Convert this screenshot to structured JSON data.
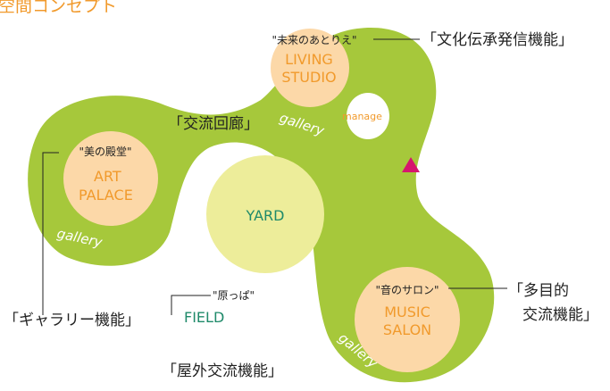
{
  "header": {
    "title": "空間コンセプト"
  },
  "colors": {
    "green": "#a6c83b",
    "peach": "#fcd8a8",
    "yellow": "#eded9a",
    "orange": "#f19a2c",
    "teal": "#1f8a6a",
    "magenta": "#d6166e",
    "dark": "#222222",
    "white": "#ffffff"
  },
  "rooms": {
    "living": {
      "caption": "\"未来のあとりえ\"",
      "line1": "LIVING",
      "line2": "STUDIO",
      "function": "「文化伝承発信機能」"
    },
    "art": {
      "caption": "\"美の殿堂\"",
      "line1": "ART",
      "line2": "PALACE",
      "function": "「ギャラリー機能」"
    },
    "music": {
      "caption": "\"音のサロン\"",
      "line1": "MUSIC",
      "line2": "SALON",
      "function_line1": "「多目的",
      "function_line2": "交流機能」"
    },
    "yard": {
      "label": "YARD"
    },
    "field": {
      "caption": "\"原っぱ\"",
      "label": "FIELD",
      "function": "「屋外交流機能」"
    },
    "manage": {
      "label": "manage"
    }
  },
  "corridor": {
    "label": "「交流回廊」"
  },
  "gallery": {
    "label": "gallery"
  },
  "icons": {
    "north_marker": "triangle-marker-icon"
  }
}
